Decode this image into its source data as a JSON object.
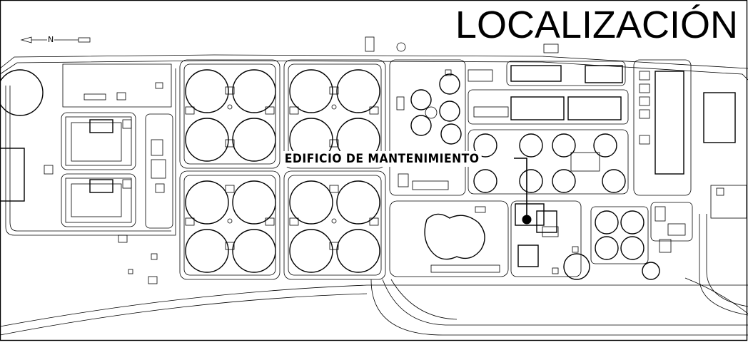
{
  "map": {
    "title": "LOCALIZACIÓN",
    "north_label": "N",
    "callout_label": "EDIFICIO DE MANTENIMIENTO"
  }
}
